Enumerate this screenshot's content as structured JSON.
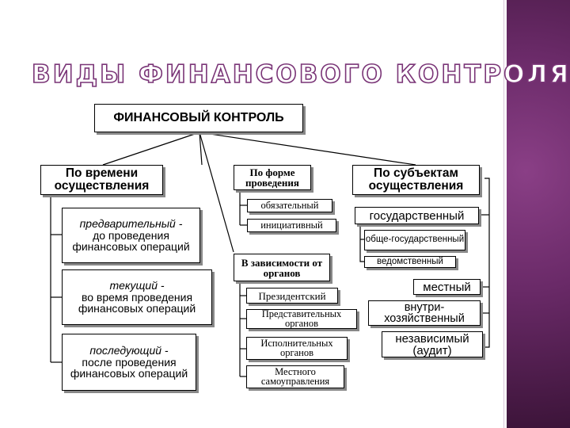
{
  "title": "ВИДЫ ФИНАНСОВОГО КОНТРОЛЯ",
  "root": "ФИНАНСОВЫЙ КОНТРОЛЬ",
  "by_time": {
    "header": "По времени осуществления",
    "items": [
      {
        "name": "предварительный -",
        "desc": "до проведения финансовых операций"
      },
      {
        "name": "текущий -",
        "desc": "во время проведения финансовых операций"
      },
      {
        "name": "последующий -",
        "desc": "после проведения финансовых операций"
      }
    ]
  },
  "by_form": {
    "header": "По форме проведения",
    "items": [
      "обязательный",
      "инициативный"
    ]
  },
  "by_bodies": {
    "header": "В зависимости от органов",
    "items": [
      "Президентский",
      "Представительных органов",
      "Исполнительных органов",
      "Местного самоуправления"
    ]
  },
  "by_subjects": {
    "header": "По субъектам осуществления",
    "state": "государственный",
    "state_sub": [
      "обще-государственный",
      "ведомственный"
    ],
    "others": [
      "местный",
      "внутри-хозяйственный",
      "независимый (аудит)"
    ]
  },
  "colors": {
    "sidebar": "#6a2a68",
    "title_outline": "#7a3577"
  }
}
